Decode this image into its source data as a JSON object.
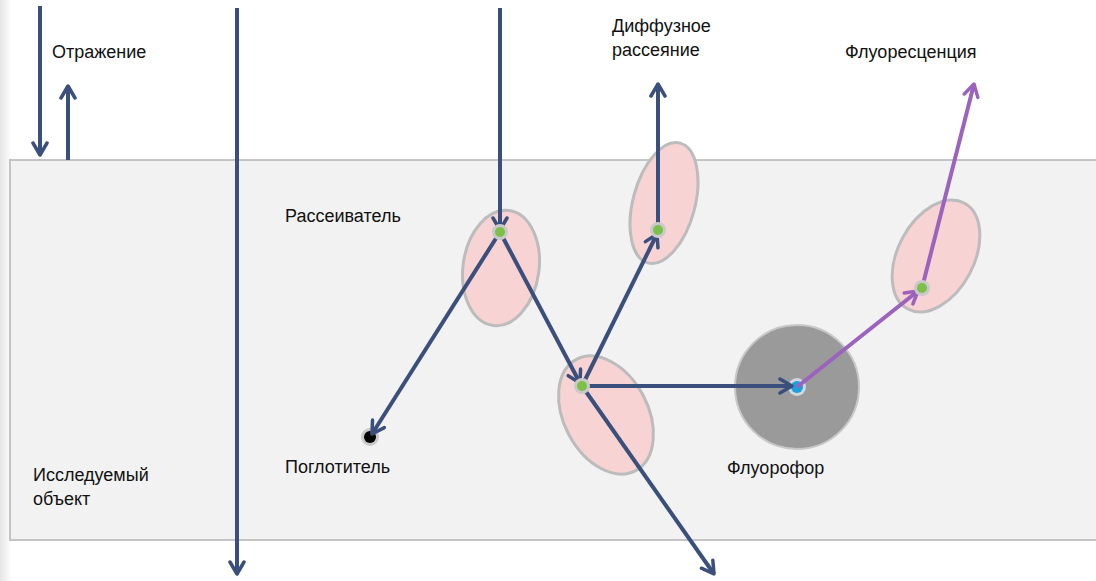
{
  "diagram": {
    "nodes": [
      {
        "text": [
          "Исследуемый объект"
        ]
      }
    ],
    "labels": [
      "Отражение",
      "Диффузное рассеяние",
      "Флуоресценция",
      "Рассеиватель",
      "Поглотитель",
      "Флуорофор"
    ]
  }
}
